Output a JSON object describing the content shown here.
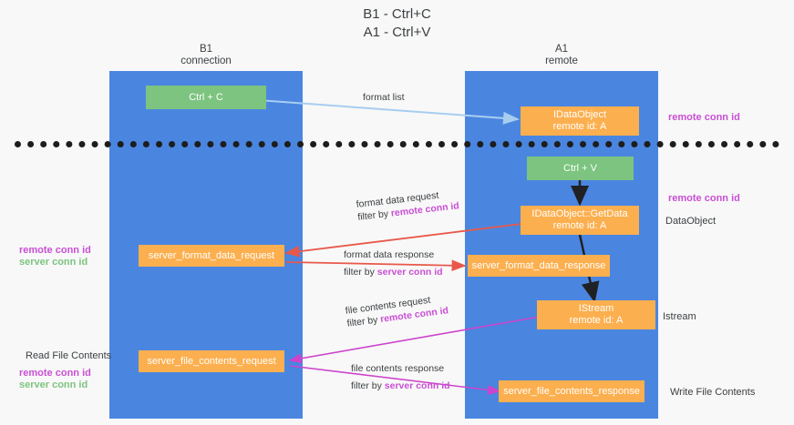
{
  "title": "B1 - Ctrl+C\nA1 - Ctrl+V",
  "lanes": [
    {
      "name": "b1",
      "header": "B1\nconnection"
    },
    {
      "name": "a1",
      "header": "A1\nremote"
    }
  ],
  "nodes": [
    {
      "id": "ctrl-c",
      "label": "Ctrl + C",
      "color": "green"
    },
    {
      "id": "idataobject",
      "label": "IDataObject\nremote id: A",
      "color": "orange"
    },
    {
      "id": "ctrl-v",
      "label": "Ctrl + V",
      "color": "green"
    },
    {
      "id": "idataobject-getdata",
      "label": "IDataObject::GetData\nremote id: A",
      "color": "orange"
    },
    {
      "id": "server-format-data-request",
      "label": "server_format_data_request",
      "color": "orange"
    },
    {
      "id": "server-format-data-response",
      "label": "server_format_data_response",
      "color": "orange"
    },
    {
      "id": "istream",
      "label": "IStream\nremote id: A",
      "color": "orange"
    },
    {
      "id": "server-file-contents-request",
      "label": "server_file_contents_request",
      "color": "orange"
    },
    {
      "id": "server-file-contents-response",
      "label": "server_file_contents_response",
      "color": "orange"
    }
  ],
  "edges": [
    {
      "id": "format-list",
      "caption": "format list",
      "filter": "",
      "filter_value": ""
    },
    {
      "id": "format-data-request",
      "caption": "format data request",
      "filter": "filter by ",
      "filter_value": "remote conn id"
    },
    {
      "id": "format-data-response",
      "caption": "format data response",
      "filter": "filter by ",
      "filter_value": "server conn id"
    },
    {
      "id": "file-contents-request",
      "caption": "file contents request",
      "filter": "filter by ",
      "filter_value": "remote conn id"
    },
    {
      "id": "file-contents-response",
      "caption": "file contents response",
      "filter": "filter by ",
      "filter_value": "server conn id"
    }
  ],
  "annotations": {
    "right_remote_conn_id_top": "remote conn id",
    "right_remote_conn_id_mid": "remote conn id",
    "right_dataobject": "DataObject",
    "right_istream": "Istream",
    "right_write_file_contents": "Write File Contents",
    "left_remote_conn_id": "remote conn id",
    "left_server_conn_id": "server conn id",
    "left_read_file_contents": "Read File Contents",
    "left_remote_conn_id_2": "remote conn id",
    "left_server_conn_id_2": "server conn id"
  },
  "colors": {
    "lane": "#4a86e0",
    "green_node": "#7cc47f",
    "orange_node": "#fcaf4e",
    "purple": "#c94fd4",
    "red_arrow": "#e8584a",
    "blue_arrow": "#a8cdf0",
    "magenta_arrow": "#cc44cc",
    "black_arrow": "#202124",
    "background": "#f8f8f8"
  }
}
